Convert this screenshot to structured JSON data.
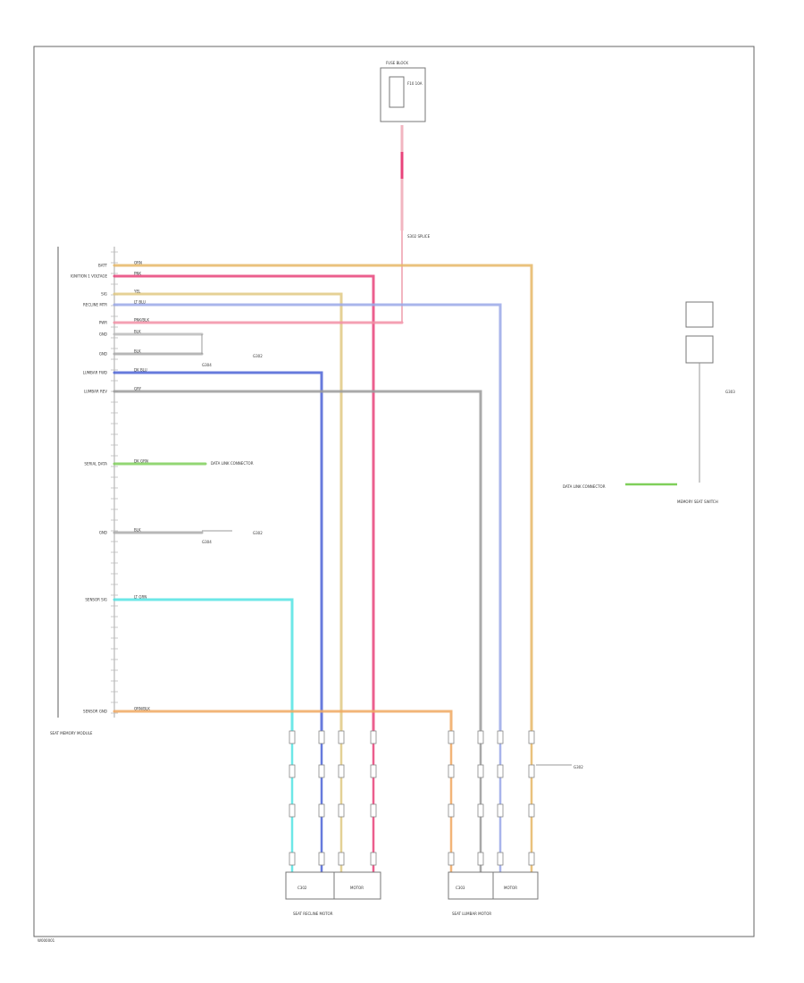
{
  "page_id": "W000001",
  "fuse": {
    "block_label": "FUSE BLOCK",
    "fuse_label": "F10 10A"
  },
  "splice": {
    "label": "S302 SPLICE"
  },
  "seat_module": {
    "label": "SEAT MEMORY MODULE",
    "pins": [
      {
        "id": "p1",
        "label": "BATT",
        "color": "#e6b766",
        "wire": "ORN"
      },
      {
        "id": "p2",
        "label": "IGNITION 1 VOLTAGE",
        "color": "#e8437a",
        "wire": "PNK"
      },
      {
        "id": "p3",
        "label": "SIG",
        "color": "#e0c983",
        "wire": "YEL"
      },
      {
        "id": "p4",
        "label": "RECLINE MTR",
        "color": "#9aa8e8",
        "wire": "LT BLU"
      },
      {
        "id": "p5",
        "label": "PWR",
        "color": "#f28fa6",
        "wire": "PNK/BLK"
      },
      {
        "id": "p6",
        "label": "GND",
        "color": "#bbbbbb",
        "wire": "BLK"
      },
      {
        "id": "p7",
        "label": "GND",
        "color": "#aaaaaa",
        "wire": "BLK"
      },
      {
        "id": "p8",
        "label": "LUMBAR FWD",
        "color": "#4c63d6",
        "wire": "DK BLU"
      },
      {
        "id": "p9",
        "label": "LUMBAR REV",
        "color": "#9a9a9a",
        "wire": "GRY"
      },
      {
        "id": "p10",
        "label": "SERIAL DATA",
        "color": "#7fcf5a",
        "wire": "DK GRN"
      },
      {
        "id": "p11",
        "label": "GND",
        "color": "#aaaaaa",
        "wire": "BLK"
      },
      {
        "id": "p12",
        "label": "SENSOR SIG",
        "color": "#54e3e3",
        "wire": "LT GRN"
      },
      {
        "id": "p13",
        "label": "SENSOR GND",
        "color": "#f0a860",
        "wire": "ORN/BLK"
      }
    ]
  },
  "labels": {
    "ground_a": "G304",
    "ground_b": "G302",
    "serial_dest": "DATA LINK CONNECTOR",
    "serial_dest_right": "DATA LINK CONNECTOR",
    "right_device": "MEMORY SEAT SWITCH",
    "right_ground": "G303",
    "left_motor": "SEAT RECLINE MOTOR",
    "right_motor": "SEAT LUMBAR MOTOR",
    "connector_a": "C302",
    "connector_b": "C303",
    "motor_tag": "MOTOR"
  },
  "colors": {
    "orange": "#e6b766",
    "red": "#e8437a",
    "yellow": "#e0c983",
    "light_blue": "#9aa8e8",
    "pink": "#f28fa6",
    "dark_blue": "#4c63d6",
    "gray": "#9a9a9a",
    "green": "#7fcf5a",
    "cyan": "#54e3e3",
    "salmon": "#f0a860"
  }
}
